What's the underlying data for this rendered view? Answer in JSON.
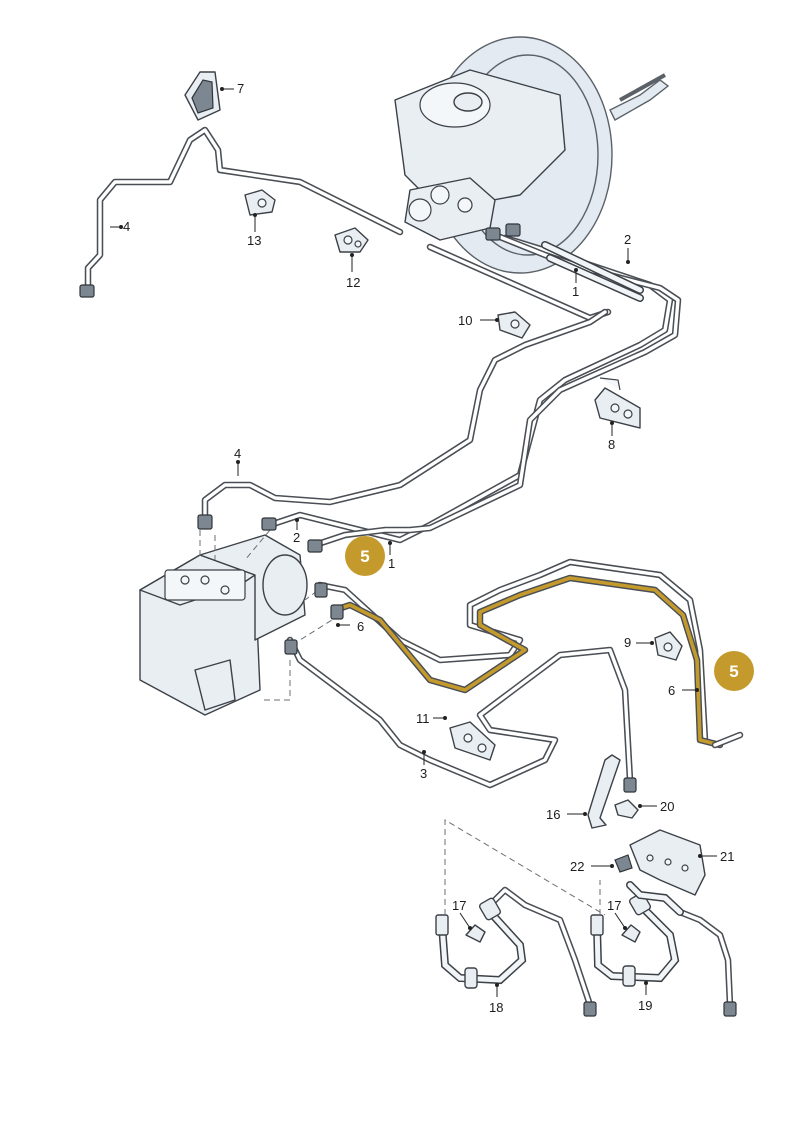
{
  "labels": {
    "l1a": "1",
    "l1b": "1",
    "l2a": "2",
    "l2b": "2",
    "l3": "3",
    "l4a": "4",
    "l4b": "4",
    "l6a": "6",
    "l6b": "6",
    "l7": "7",
    "l8": "8",
    "l9": "9",
    "l10": "10",
    "l11": "11",
    "l12": "12",
    "l13": "13",
    "l16": "16",
    "l17a": "17",
    "l17b": "17",
    "l18": "18",
    "l19": "19",
    "l20": "20",
    "l21": "21",
    "l22": "22"
  },
  "callouts": {
    "c5a": "5",
    "c5b": "5"
  },
  "colors": {
    "highlight": "#c49a2c",
    "pipe": "#4a4f55",
    "background": "#ffffff"
  }
}
